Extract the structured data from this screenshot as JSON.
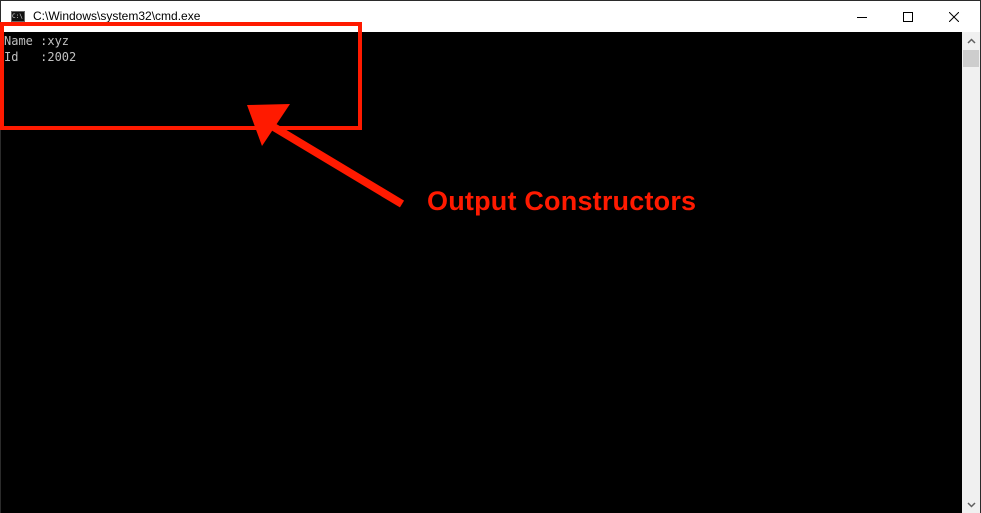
{
  "window": {
    "title": "C:\\Windows\\system32\\cmd.exe",
    "icon": "cmd-icon",
    "controls": {
      "minimize": "minimize-icon",
      "maximize": "maximize-icon",
      "close": "close-icon"
    }
  },
  "console": {
    "lines": [
      "Name :xyz",
      "Id   :2002"
    ],
    "background": "#000000",
    "text_color": "#c0c0c0"
  },
  "scrollbar": {
    "up": "chevron-up-icon",
    "down": "chevron-down-icon"
  },
  "annotation": {
    "label": "Output Constructors",
    "color": "#ff1a00"
  }
}
